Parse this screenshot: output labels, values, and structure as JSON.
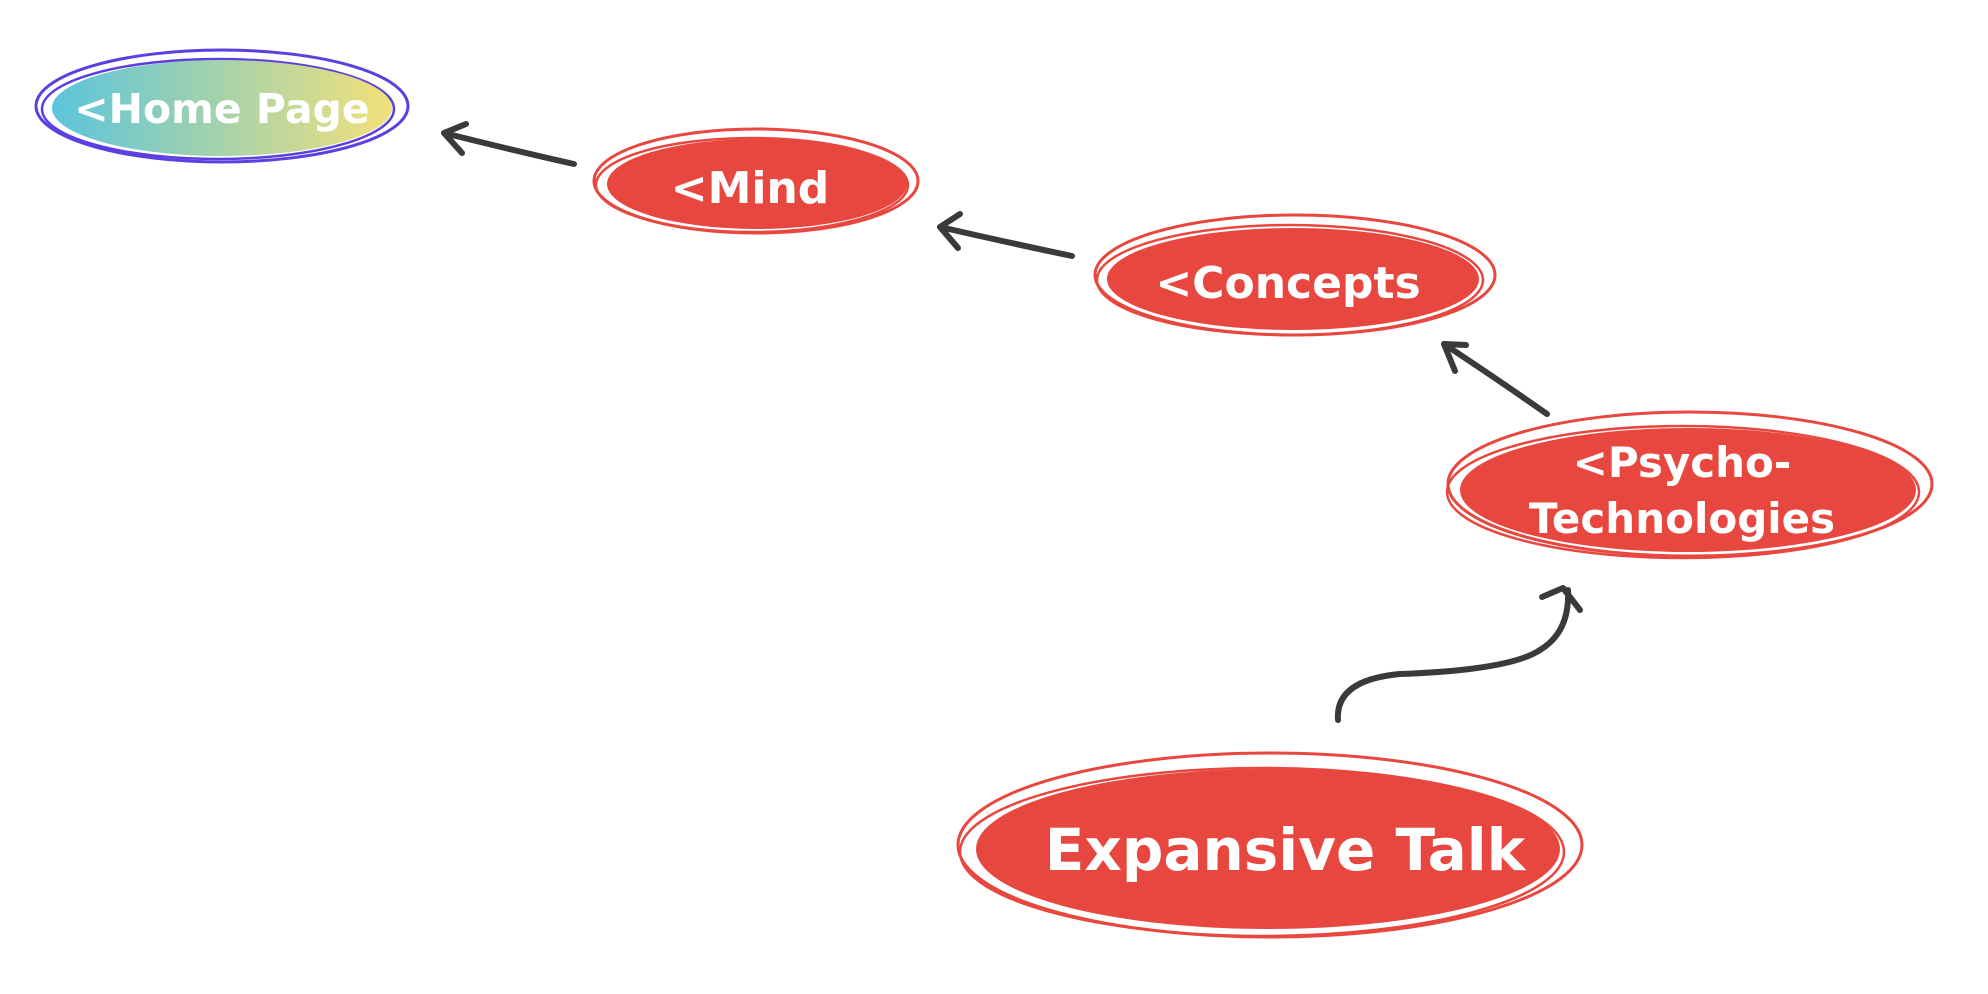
{
  "diagram": {
    "nodes": {
      "home": {
        "label": "<Home Page"
      },
      "mind": {
        "label": "<Mind"
      },
      "concepts": {
        "label": "<Concepts"
      },
      "psycho": {
        "label_line1": "<Psycho-",
        "label_line2": "Technologies"
      },
      "expansive": {
        "label": "Expansive Talk"
      }
    },
    "colors": {
      "node_fill": "#e8473f",
      "node_stroke": "#e8473f",
      "home_gradient_start": "#5bc4dc",
      "home_gradient_end": "#f2e07a",
      "home_stroke": "#5b3fe0",
      "arrow": "#3a3a3a",
      "label_text": "#ffffff"
    }
  }
}
